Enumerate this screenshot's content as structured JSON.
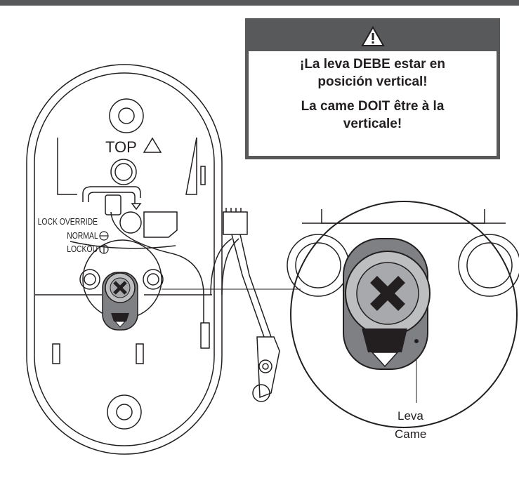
{
  "warning": {
    "icon": "warning-triangle-icon",
    "text_es": "¡La leva DEBE estar en posición vertical!",
    "text_es_line1": "¡La leva DEBE estar en",
    "text_es_line2": "posición vertical!",
    "text_fr_line1": "La came DOIT être à la",
    "text_fr_line2": "verticale!",
    "header_color": "#58595b"
  },
  "plate_labels": {
    "top": "TOP",
    "lock_override": "LOCK OVERRIDE",
    "normal": "NORMAL",
    "lockout": "LOCKOUT"
  },
  "callout": {
    "label_es": "Leva",
    "label_fr": "Came"
  }
}
